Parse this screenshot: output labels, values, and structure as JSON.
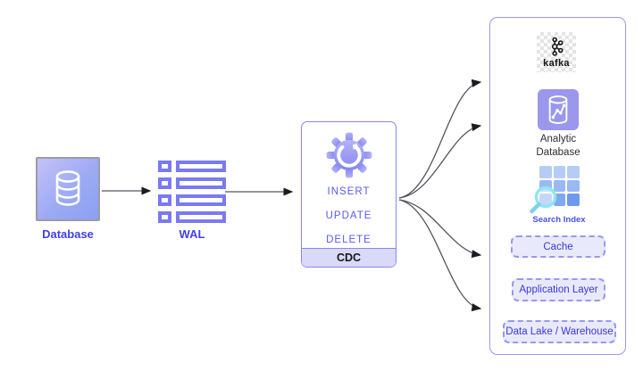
{
  "nodes": {
    "database": {
      "label": "Database"
    },
    "wal": {
      "label": "WAL"
    },
    "cdc": {
      "label": "CDC",
      "operations": [
        "INSERT",
        "UPDATE",
        "DELETE"
      ]
    }
  },
  "panel": {
    "kafka_label": "kafka",
    "analytic_db_label": "Analytic Database",
    "search_index_label": "Search Index",
    "targets": [
      "Cache",
      "Application Layer",
      "Data Lake / Warehouse"
    ]
  },
  "colors": {
    "accent_purple": "#7a7af2",
    "node_border": "#8787f0",
    "panel_border": "#9a97f0",
    "label_blue": "#4340e4",
    "ops_blue": "#5a5af6",
    "target_text_blue": "#3939d9",
    "cdc_bar_bg": "#d9d9f9",
    "arrow_gray": "#54545c",
    "analytic_icon_bg": "#9b97ed",
    "magnifier_cyan": "#8ce7f2"
  }
}
